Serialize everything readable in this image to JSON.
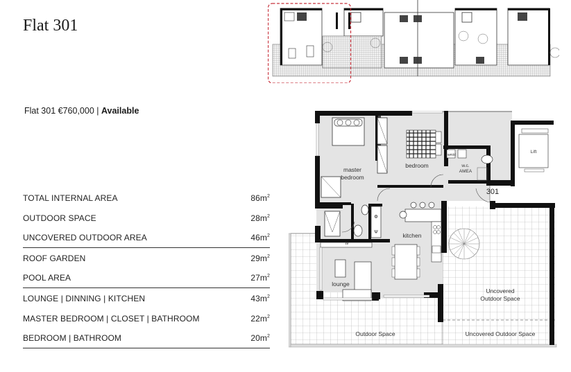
{
  "header": {
    "title": "Flat 301",
    "listing_prefix": "Flat 301 €760,000 | ",
    "status": "Available"
  },
  "areas": [
    {
      "label": "TOTAL INTERNAL AREA",
      "value": "86m",
      "unit_sup": "2"
    },
    {
      "label": "OUTDOOR SPACE",
      "value": "28m",
      "unit_sup": "2"
    },
    {
      "label": "UNCOVERED OUTDOOR AREA",
      "value": "46m",
      "unit_sup": "2"
    },
    {
      "label": "ROOF GARDEN",
      "value": "29m",
      "unit_sup": "2"
    },
    {
      "label": "POOL AREA",
      "value": "27m",
      "unit_sup": "2"
    },
    {
      "label": "LOUNGE | DINNING | KITCHEN",
      "value": "43m",
      "unit_sup": "2"
    },
    {
      "label": "MASTER BEDROOM | CLOSET | BATHROOM",
      "value": "22m",
      "unit_sup": "2"
    },
    {
      "label": "BEDROOM | BATHROOM",
      "value": "20m",
      "unit_sup": "2"
    }
  ],
  "floorplan": {
    "labels": {
      "master_bedroom": "master\nbedroom",
      "bedroom": "bedroom",
      "kitchen": "kitchen",
      "lounge": "lounge",
      "tv": "tv",
      "wc": "w.c.\nAMEA",
      "wm": "wm/d",
      "lift": "Lift",
      "flat_number": "301",
      "uncovered_outdoor_space": "Uncovered\nOutdoor Space",
      "outdoor_space": "Outdoor Space",
      "uncovered_outdoor_space_bottom": "Uncovered Outdoor Space"
    }
  },
  "keyplan": {
    "highlight_color": "#c8323c"
  },
  "colors": {
    "wall": "#111111",
    "floor": "#e4e4e4",
    "grid": "#9a9a9a",
    "text": "#222222"
  }
}
